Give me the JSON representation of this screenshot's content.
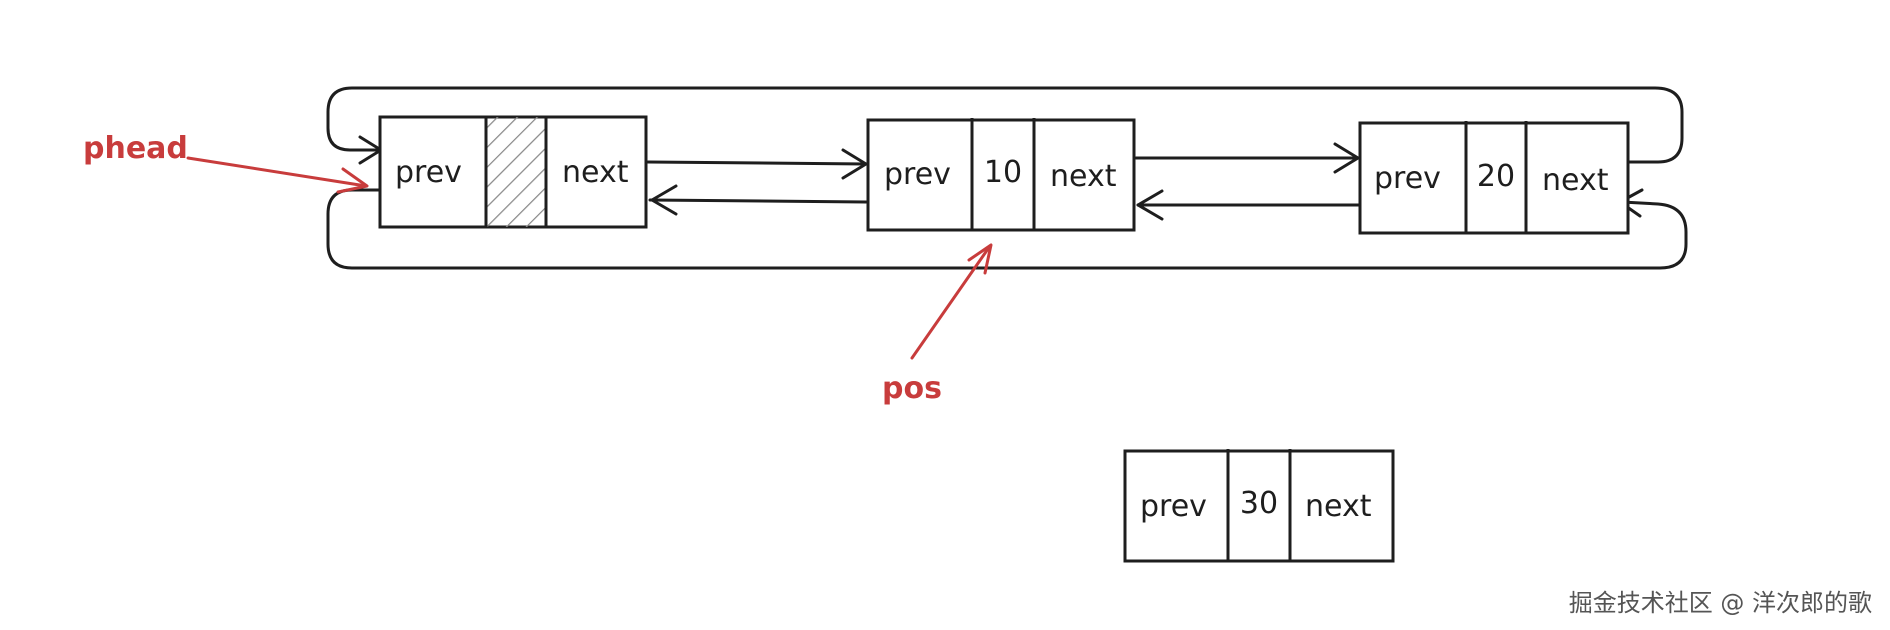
{
  "colors": {
    "ink": "#1e1e1e",
    "accent": "#c83c3c",
    "hatch": "#8a8a8a"
  },
  "labels": {
    "phead": "phead",
    "pos": "pos"
  },
  "nodes": [
    {
      "id": "sentinel",
      "prev": "prev",
      "value": "",
      "next": "next"
    },
    {
      "id": "node-10",
      "prev": "prev",
      "value": "10",
      "next": "next"
    },
    {
      "id": "node-20",
      "prev": "prev",
      "value": "20",
      "next": "next"
    },
    {
      "id": "node-30",
      "prev": "prev",
      "value": "30",
      "next": "next"
    }
  ],
  "watermark": "掘金技术社区 @ 洋次郎的歌"
}
